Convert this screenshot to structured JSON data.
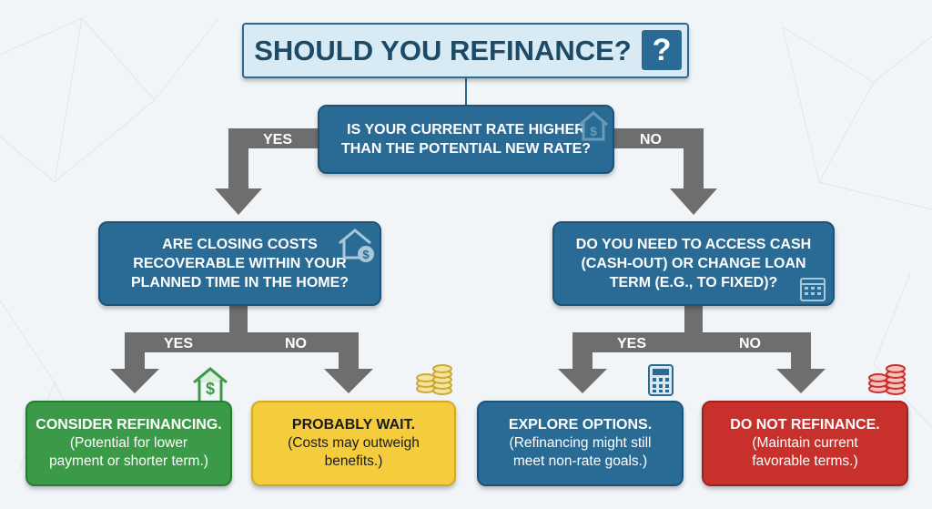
{
  "title": "SHOULD YOU REFINANCE?",
  "title_icon": "?",
  "question1": {
    "line1": "IS YOUR CURRENT RATE HIGHER",
    "line2": "THAN THE POTENTIAL NEW RATE?"
  },
  "branch1": {
    "yes": "YES",
    "no": "NO"
  },
  "question2_left": {
    "line1": "ARE CLOSING COSTS",
    "line2": "RECOVERABLE WITHIN YOUR",
    "line3": "PLANNED TIME IN THE HOME?"
  },
  "question2_right": {
    "line1": "DO YOU NEED TO ACCESS CASH",
    "line2": "(CASH-OUT) OR CHANGE LOAN",
    "line3": "TERM (E.G., TO FIXED)?"
  },
  "branch2_left": {
    "yes": "YES",
    "no": "NO"
  },
  "branch2_right": {
    "yes": "YES",
    "no": "NO"
  },
  "results": [
    {
      "heading": "CONSIDER REFINANCING.",
      "line1": "(Potential for lower",
      "line2": "payment or shorter term.)",
      "color": "#3b9a48"
    },
    {
      "heading": "PROBABLY WAIT.",
      "line1": "(Costs may outweigh",
      "line2": "benefits.)",
      "color": "#f5cd3c"
    },
    {
      "heading": "EXPLORE OPTIONS.",
      "line1": "(Refinancing might still",
      "line2": "meet non-rate goals.)",
      "color": "#2a6b96"
    },
    {
      "heading": "DO NOT REFINANCE.",
      "line1": "(Maintain current",
      "line2": "favorable terms.)",
      "color": "#c8302c"
    }
  ],
  "icons": [
    "house-dollar-icon",
    "coins-icon",
    "calculator-icon",
    "calendar-icon"
  ]
}
